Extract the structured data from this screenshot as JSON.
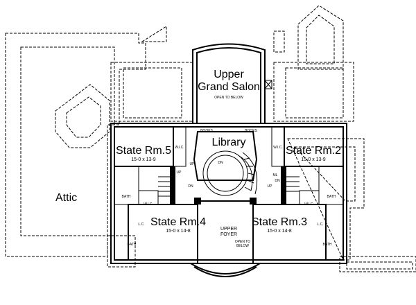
{
  "rooms": {
    "attic": "Attic",
    "upper_grand_salon_line1": "Upper",
    "upper_grand_salon_line2": "Grand Salon",
    "grand_salon_note": "OPEN TO BELOW",
    "library": "Library",
    "state_rm5": {
      "name": "State Rm.5",
      "size": "15-0 x 13-9"
    },
    "state_rm2": {
      "name": "State Rm.2",
      "size": "15-0 x 13-9"
    },
    "state_rm4": {
      "name": "State Rm.4",
      "size": "15-0 x 14-8"
    },
    "state_rm3": {
      "name": "State Rm.3",
      "size": "15-0 x 14-8"
    },
    "upper_foyer_line1": "UPPER",
    "upper_foyer_line2": "FOYER",
    "foyer_note_line1": "OPEN TO",
    "foyer_note_line2": "BELOW"
  },
  "small_labels": {
    "books": "BOOKS",
    "wic": "W.I.C.",
    "bath": "BATH",
    "up": "UP",
    "dn": "DN",
    "lc": "L.C.",
    "ml": "ML"
  }
}
